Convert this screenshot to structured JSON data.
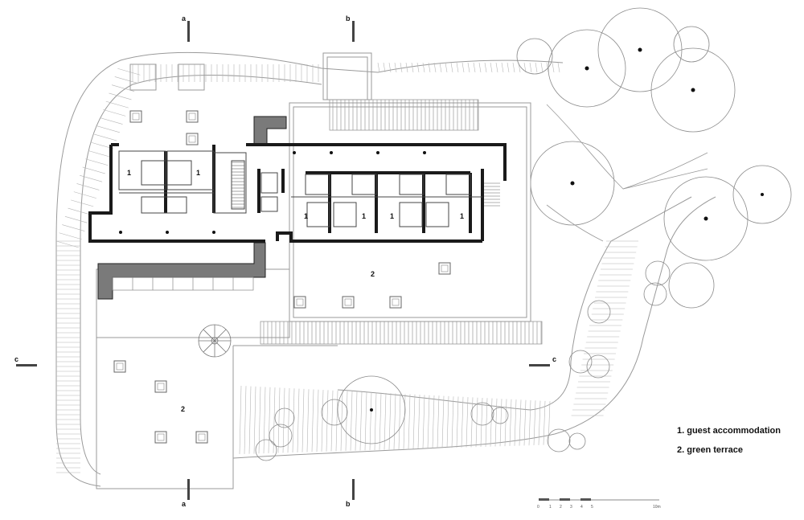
{
  "labels": {
    "room": "1",
    "terrace": "2"
  },
  "section_marks": {
    "a": "a",
    "b": "b",
    "c": "c"
  },
  "legend": [
    "1. guest accommodation",
    "2. green terrace"
  ],
  "scale_bar": {
    "ticks": [
      "0",
      "1",
      "2",
      "3",
      "4",
      "5",
      "10m"
    ]
  },
  "colors": {
    "wall": "#1a1a1a",
    "hatch": "#777777",
    "line": "#9a9a9a",
    "paving": "#999999"
  }
}
